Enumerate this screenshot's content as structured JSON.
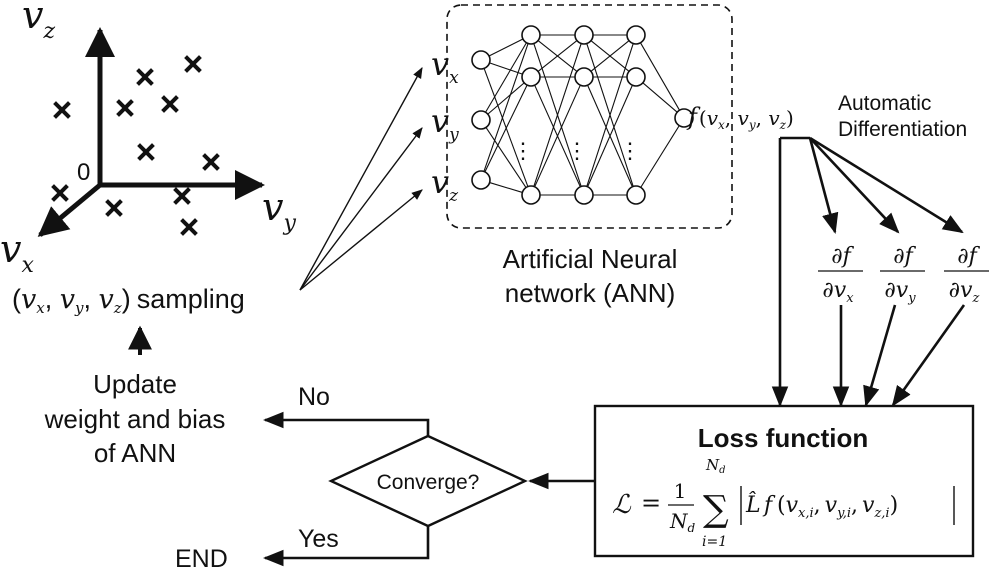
{
  "axes": {
    "vz_label": "v",
    "vz_sub": "z",
    "vy_label": "v",
    "vy_sub": "y",
    "vx_label": "v",
    "vx_sub": "x",
    "origin": "0"
  },
  "sampling": {
    "open": "(",
    "v": "v",
    "x": "x",
    "y": "y",
    "z": "z",
    "sep": ", ",
    "close": ")",
    "text": "sampling"
  },
  "ann": {
    "input_v": "v",
    "input_x": "x",
    "input_y": "y",
    "input_z": "z",
    "caption_line1": "Artificial Neural",
    "caption_line2": "network (ANN)",
    "output_f": "f",
    "output_args": "(v",
    "dots": "⋮"
  },
  "autodiff": {
    "line1": "Automatic",
    "line2": "Differentiation",
    "numerator": "∂f",
    "denominator_prefix": "∂v",
    "sub_x": "x",
    "sub_y": "y",
    "sub_z": "z"
  },
  "update": {
    "line1": "Update",
    "line2": "weight and bias",
    "line3": "of ANN"
  },
  "decision": {
    "label": "Converge?",
    "no": "No",
    "yes": "Yes",
    "end": "END"
  },
  "loss": {
    "title": "Loss function",
    "lhs": "ℒ",
    "eq": "=",
    "frac_num": "1",
    "frac_den": "N",
    "frac_den_sub": "d",
    "sigma": "∑",
    "sum_top": "N",
    "sum_top_sub": "d",
    "sum_bottom": "i=1",
    "op_hat": "L̂",
    "f": "f",
    "vx": "v",
    "vx_sub": "x,i",
    "vy_sub": "y,i",
    "vz_sub": "z,i",
    "comma": ","
  }
}
